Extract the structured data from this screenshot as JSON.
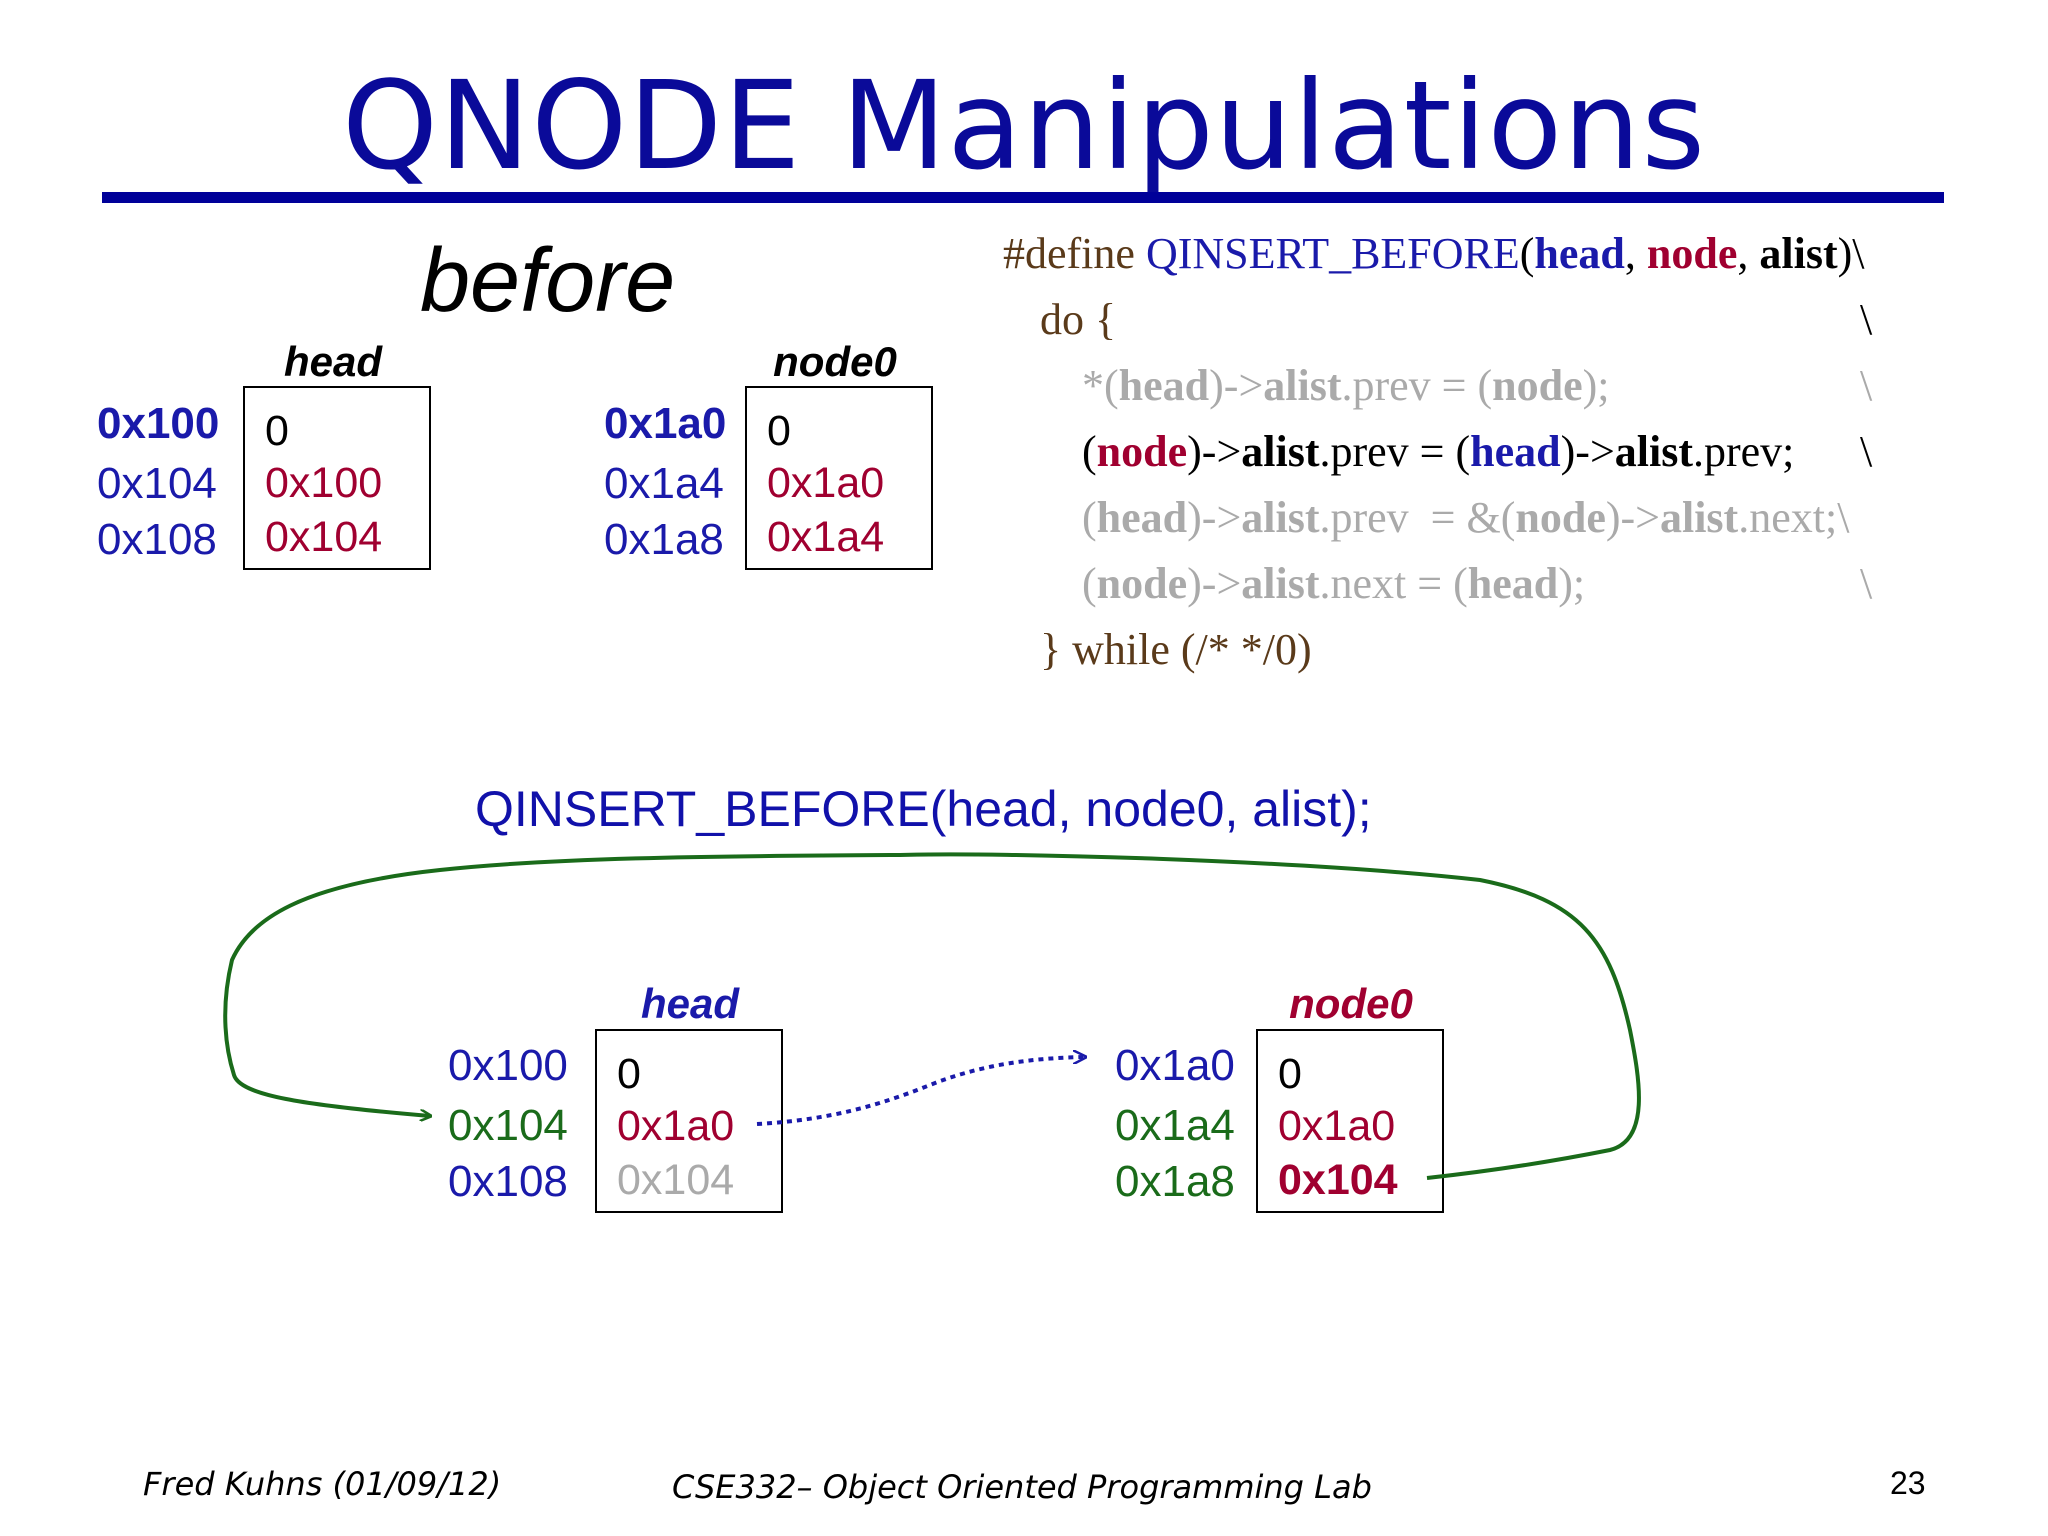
{
  "title": "QNODE Manipulations",
  "before_label": "before",
  "top_head": {
    "title": "head",
    "addresses": [
      "0x100",
      "0x104",
      "0x108"
    ],
    "cells": [
      "0",
      "0x100",
      "0x104"
    ]
  },
  "top_node0": {
    "title": "node0",
    "addresses": [
      "0x1a0",
      "0x1a4",
      "0x1a8"
    ],
    "cells": [
      "0",
      "0x1a0",
      "0x1a4"
    ]
  },
  "code": {
    "line1": {
      "kw": "#define ",
      "name": "QINSERT_BEFORE",
      "p_open": "(",
      "head": "head",
      "c1": ", ",
      "node": "node",
      "c2": ", ",
      "alist": "alist",
      "tail": ")\\"
    },
    "line2": {
      "text": "do {",
      "bs": "\\"
    },
    "line3": {
      "star": "*(",
      "head": "head",
      "arrow": ")->",
      "alist": "alist",
      "rest": ".prev = (",
      "node": "node",
      "end": ");",
      "bs": "\\"
    },
    "line4": {
      "p1": "(",
      "node": "node",
      "arrow": ")->",
      "alist": "alist",
      "mid": ".prev = (",
      "head": "head",
      "arrow2": ")->",
      "alist2": "alist",
      "end": ".prev;",
      "bs": "\\"
    },
    "line5": {
      "p1": "(",
      "head": "head",
      "arrow": ")->",
      "alist": "alist",
      "mid": ".prev  = &(",
      "node": "node",
      "arrow2": ")->",
      "alist2": "alist",
      "end": ".next;\\"
    },
    "line6": {
      "p1": "(",
      "node": "node",
      "arrow": ")->",
      "alist": "alist",
      "mid": ".next = (",
      "head": "head",
      "end": ");",
      "bs": "\\"
    },
    "line7": {
      "text": "} while (/* */0)"
    }
  },
  "call_label": "QINSERT_BEFORE(head, node0, alist);",
  "bottom_head": {
    "title": "head",
    "addresses": [
      "0x100",
      "0x104",
      "0x108"
    ],
    "cells": [
      "0",
      "0x1a0",
      "0x104"
    ]
  },
  "bottom_node0": {
    "title": "node0",
    "addresses": [
      "0x1a0",
      "0x1a4",
      "0x1a8"
    ],
    "cells": [
      "0",
      "0x1a0",
      "0x104"
    ]
  },
  "footer": {
    "author": "Fred Kuhns (01/09/12)",
    "course": "CSE332– Object Oriented Programming Lab",
    "page": "23"
  },
  "colors": {
    "title": "#0a0a99",
    "address_blue": "#1a1aaa",
    "address_green": "#1a6b1a",
    "value_red": "#a00030",
    "faded_gray": "#aaaaaa",
    "arrow_green": "#1a6b1a",
    "arrow_blue": "#1a1aaa"
  }
}
